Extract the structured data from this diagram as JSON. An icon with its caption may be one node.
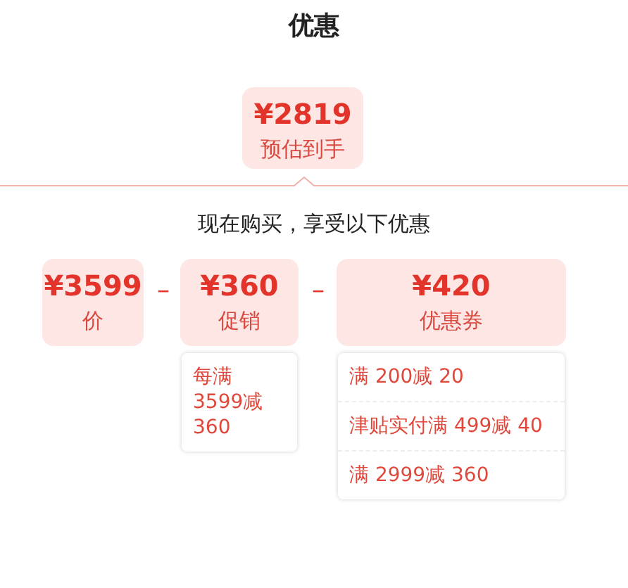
{
  "diagram": {
    "title": "优惠",
    "nodes": [
      {
        "text": [
          "¥2819",
          "预估到手"
        ]
      },
      {
        "text": [
          "¥3599",
          "价"
        ]
      },
      {
        "text": [
          "¥360",
          "促销"
        ]
      },
      {
        "text": [
          "¥420",
          "优惠券"
        ]
      },
      {
        "text": [
          "每满 3599减 360"
        ]
      },
      {
        "text": [
          "满 200减 20",
          "津贴实付满 499减 40",
          "满 2999减 360"
        ]
      }
    ],
    "edges": [],
    "labels": [
      "现在购买，享受以下优惠",
      "–",
      "–"
    ]
  }
}
